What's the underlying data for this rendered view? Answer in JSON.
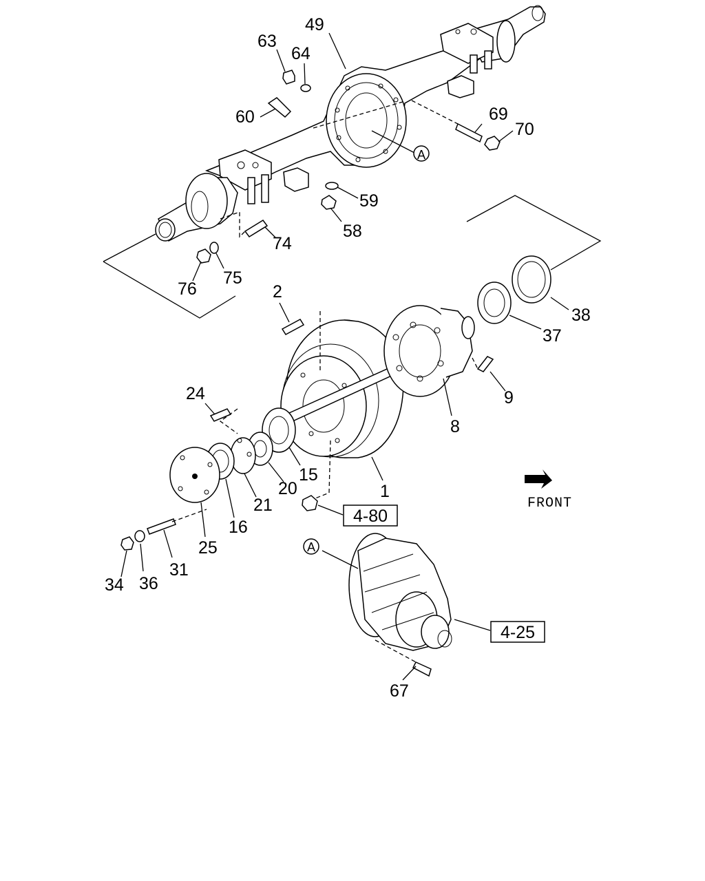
{
  "callouts": {
    "c49": "49",
    "c63": "63",
    "c64": "64",
    "c60": "60",
    "c69": "69",
    "c70": "70",
    "c59": "59",
    "c58": "58",
    "c74": "74",
    "c75": "75",
    "c76": "76",
    "c2": "2",
    "c38": "38",
    "c37": "37",
    "c9": "9",
    "c8": "8",
    "c24": "24",
    "c15": "15",
    "c20": "20",
    "c21": "21",
    "c1": "1",
    "c16": "16",
    "c25": "25",
    "c31": "31",
    "c34": "34",
    "c36": "36",
    "c67": "67"
  },
  "circle_refs": {
    "a_top": "A",
    "a_bottom": "A"
  },
  "boxed_refs": {
    "ref_480": "4-80",
    "ref_425": "4-25"
  },
  "direction": {
    "front_label": "FRONT"
  }
}
